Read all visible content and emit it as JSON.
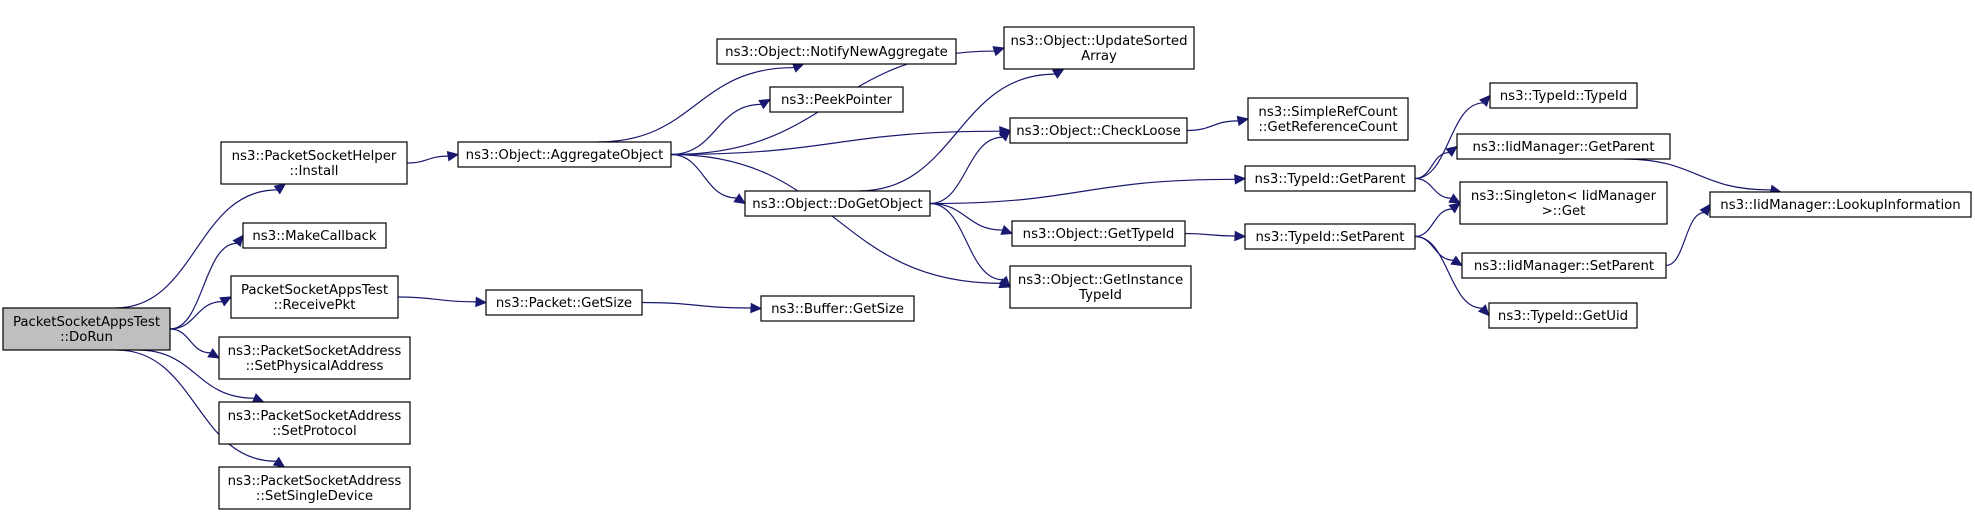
{
  "graph": {
    "nodes": [
      {
        "id": "dorun",
        "lines": [
          "PacketSocketAppsTest",
          "::DoRun"
        ],
        "root": true
      },
      {
        "id": "install",
        "lines": [
          "ns3::PacketSocketHelper",
          "::Install"
        ]
      },
      {
        "id": "makecallback",
        "lines": [
          "ns3::MakeCallback"
        ]
      },
      {
        "id": "receivepkt",
        "lines": [
          "PacketSocketAppsTest",
          "::ReceivePkt"
        ]
      },
      {
        "id": "setphys",
        "lines": [
          "ns3::PacketSocketAddress",
          "::SetPhysicalAddress"
        ]
      },
      {
        "id": "setproto",
        "lines": [
          "ns3::PacketSocketAddress",
          "::SetProtocol"
        ]
      },
      {
        "id": "setsingle",
        "lines": [
          "ns3::PacketSocketAddress",
          "::SetSingleDevice"
        ]
      },
      {
        "id": "aggregate",
        "lines": [
          "ns3::Object::AggregateObject"
        ]
      },
      {
        "id": "pktgetsize",
        "lines": [
          "ns3::Packet::GetSize"
        ]
      },
      {
        "id": "notify",
        "lines": [
          "ns3::Object::NotifyNewAggregate"
        ]
      },
      {
        "id": "peek",
        "lines": [
          "ns3::PeekPointer"
        ]
      },
      {
        "id": "dogetobject",
        "lines": [
          "ns3::Object::DoGetObject"
        ]
      },
      {
        "id": "bufgetsize",
        "lines": [
          "ns3::Buffer::GetSize"
        ]
      },
      {
        "id": "updatesorted",
        "lines": [
          "ns3::Object::UpdateSorted",
          "Array"
        ]
      },
      {
        "id": "checkloose",
        "lines": [
          "ns3::Object::CheckLoose"
        ]
      },
      {
        "id": "gettypeid",
        "lines": [
          "ns3::Object::GetTypeId"
        ]
      },
      {
        "id": "getinstance",
        "lines": [
          "ns3::Object::GetInstance",
          "TypeId"
        ]
      },
      {
        "id": "simpleref",
        "lines": [
          "ns3::SimpleRefCount",
          "::GetReferenceCount"
        ]
      },
      {
        "id": "tgetparent",
        "lines": [
          "ns3::TypeId::GetParent"
        ]
      },
      {
        "id": "tsetparent",
        "lines": [
          "ns3::TypeId::SetParent"
        ]
      },
      {
        "id": "ttypeid",
        "lines": [
          "ns3::TypeId::TypeId"
        ]
      },
      {
        "id": "igetparent",
        "lines": [
          "ns3::IidManager::GetParent"
        ]
      },
      {
        "id": "singleton",
        "lines": [
          "ns3::Singleton< IidManager",
          " >::Get"
        ]
      },
      {
        "id": "isetparent",
        "lines": [
          "ns3::IidManager::SetParent"
        ]
      },
      {
        "id": "tgetuid",
        "lines": [
          "ns3::TypeId::GetUid"
        ]
      },
      {
        "id": "lookup",
        "lines": [
          "ns3::IidManager::LookupInformation"
        ]
      }
    ],
    "edges": [
      [
        "dorun",
        "install"
      ],
      [
        "dorun",
        "makecallback"
      ],
      [
        "dorun",
        "receivepkt"
      ],
      [
        "dorun",
        "setphys"
      ],
      [
        "dorun",
        "setproto"
      ],
      [
        "dorun",
        "setsingle"
      ],
      [
        "install",
        "aggregate"
      ],
      [
        "receivepkt",
        "pktgetsize"
      ],
      [
        "aggregate",
        "updatesorted"
      ],
      [
        "aggregate",
        "notify"
      ],
      [
        "aggregate",
        "peek"
      ],
      [
        "aggregate",
        "checkloose"
      ],
      [
        "aggregate",
        "dogetobject"
      ],
      [
        "aggregate",
        "getinstance"
      ],
      [
        "pktgetsize",
        "bufgetsize"
      ],
      [
        "dogetobject",
        "updatesorted"
      ],
      [
        "dogetobject",
        "checkloose"
      ],
      [
        "dogetobject",
        "tgetparent"
      ],
      [
        "dogetobject",
        "gettypeid"
      ],
      [
        "dogetobject",
        "getinstance"
      ],
      [
        "checkloose",
        "simpleref"
      ],
      [
        "gettypeid",
        "tsetparent"
      ],
      [
        "tgetparent",
        "ttypeid"
      ],
      [
        "tgetparent",
        "igetparent"
      ],
      [
        "tgetparent",
        "singleton"
      ],
      [
        "tsetparent",
        "singleton"
      ],
      [
        "tsetparent",
        "isetparent"
      ],
      [
        "tsetparent",
        "tgetuid"
      ],
      [
        "igetparent",
        "lookup"
      ],
      [
        "isetparent",
        "lookup"
      ]
    ]
  }
}
